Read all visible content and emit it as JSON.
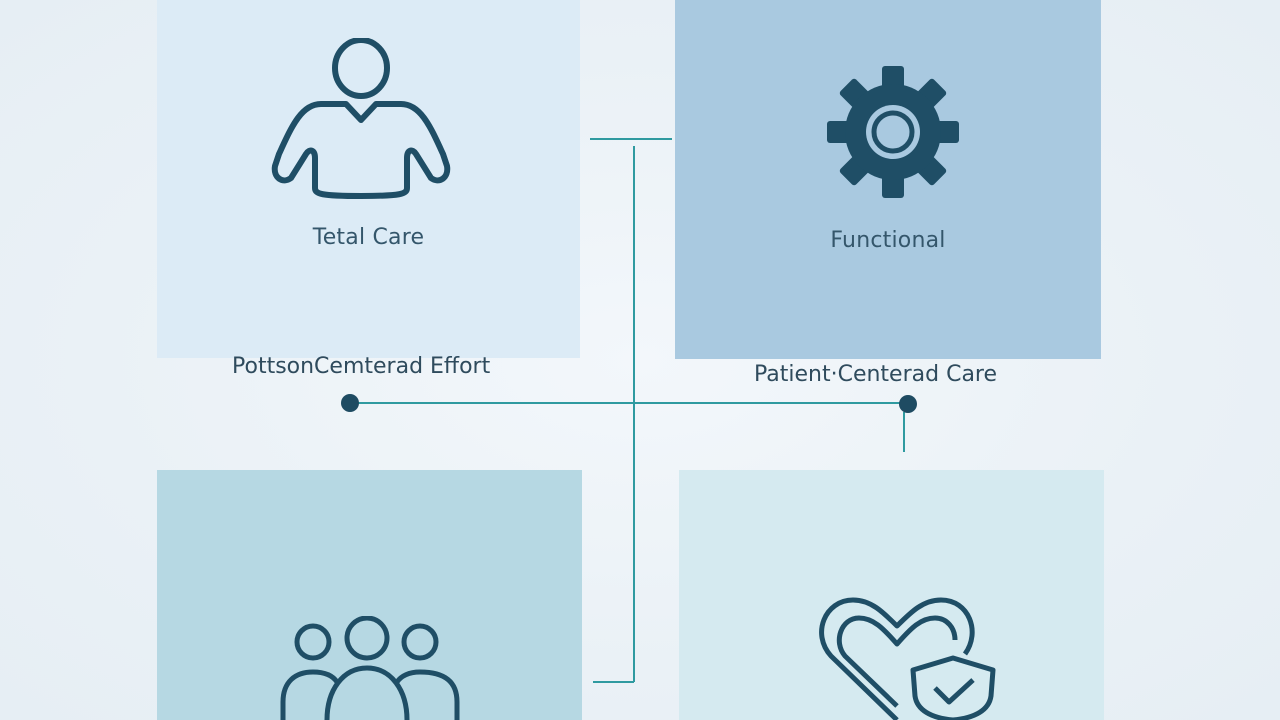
{
  "panels": {
    "top_left": {
      "label": "Tetal Care",
      "icon": "person-icon"
    },
    "top_right": {
      "label": "Functional",
      "icon": "gear-icon"
    },
    "bottom_left": {
      "label": "",
      "icon": "people-group-icon"
    },
    "bottom_right": {
      "label": "",
      "icon": "heart-shield-icon"
    }
  },
  "captions": {
    "left": "PottsonCemterad Effort",
    "right": "Patient·Centerad Care"
  },
  "colors": {
    "panel_top_left": "#dcebf6",
    "panel_top_right": "#a9c9e0",
    "panel_bottom_left": "#b6d8e3",
    "panel_bottom_right": "#d5eaf0",
    "connector": "#2f9aa0",
    "node": "#1e4b62",
    "icon_stroke": "#1f4e66"
  }
}
